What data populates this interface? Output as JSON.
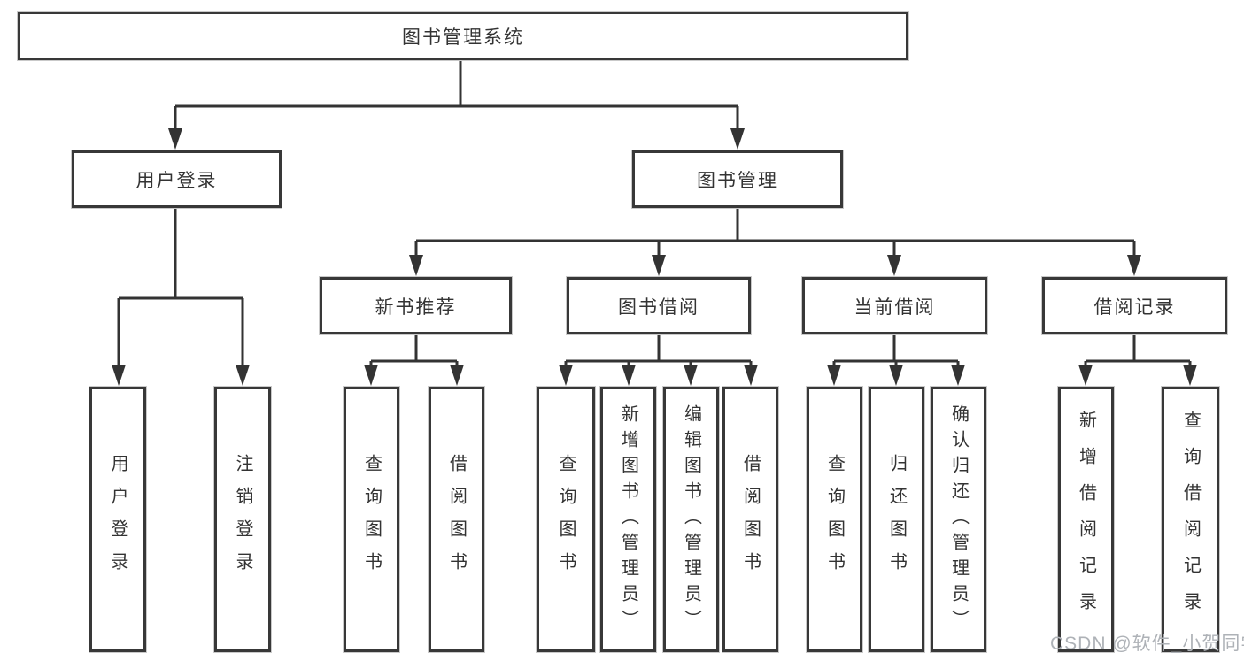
{
  "diagram": {
    "type": "hierarchy-tree",
    "tree": {
      "label": "图书管理系统",
      "children": [
        {
          "label": "用户登录",
          "children": [
            {
              "label": "用户登录"
            },
            {
              "label": "注销登录"
            }
          ]
        },
        {
          "label": "图书管理",
          "children": [
            {
              "label": "新书推荐",
              "children": [
                {
                  "label": "查询图书"
                },
                {
                  "label": "借阅图书"
                }
              ]
            },
            {
              "label": "图书借阅",
              "children": [
                {
                  "label": "查询图书"
                },
                {
                  "label": "新增图书（管理员）"
                },
                {
                  "label": "编辑图书（管理员）"
                },
                {
                  "label": "借阅图书"
                }
              ]
            },
            {
              "label": "当前借阅",
              "children": [
                {
                  "label": "查询图书"
                },
                {
                  "label": "归还图书"
                },
                {
                  "label": "确认归还（管理员）"
                }
              ]
            },
            {
              "label": "借阅记录",
              "children": [
                {
                  "label": "新增借阅记录"
                },
                {
                  "label": "查询借阅记录"
                }
              ]
            }
          ]
        }
      ]
    }
  },
  "watermark": {
    "text": "CSDN @软件_小贺同学",
    "color": "#aeb2b7"
  },
  "colors": {
    "background": "#ffffff",
    "line": "#333333",
    "box_border": "#383838",
    "text": "#333333"
  }
}
